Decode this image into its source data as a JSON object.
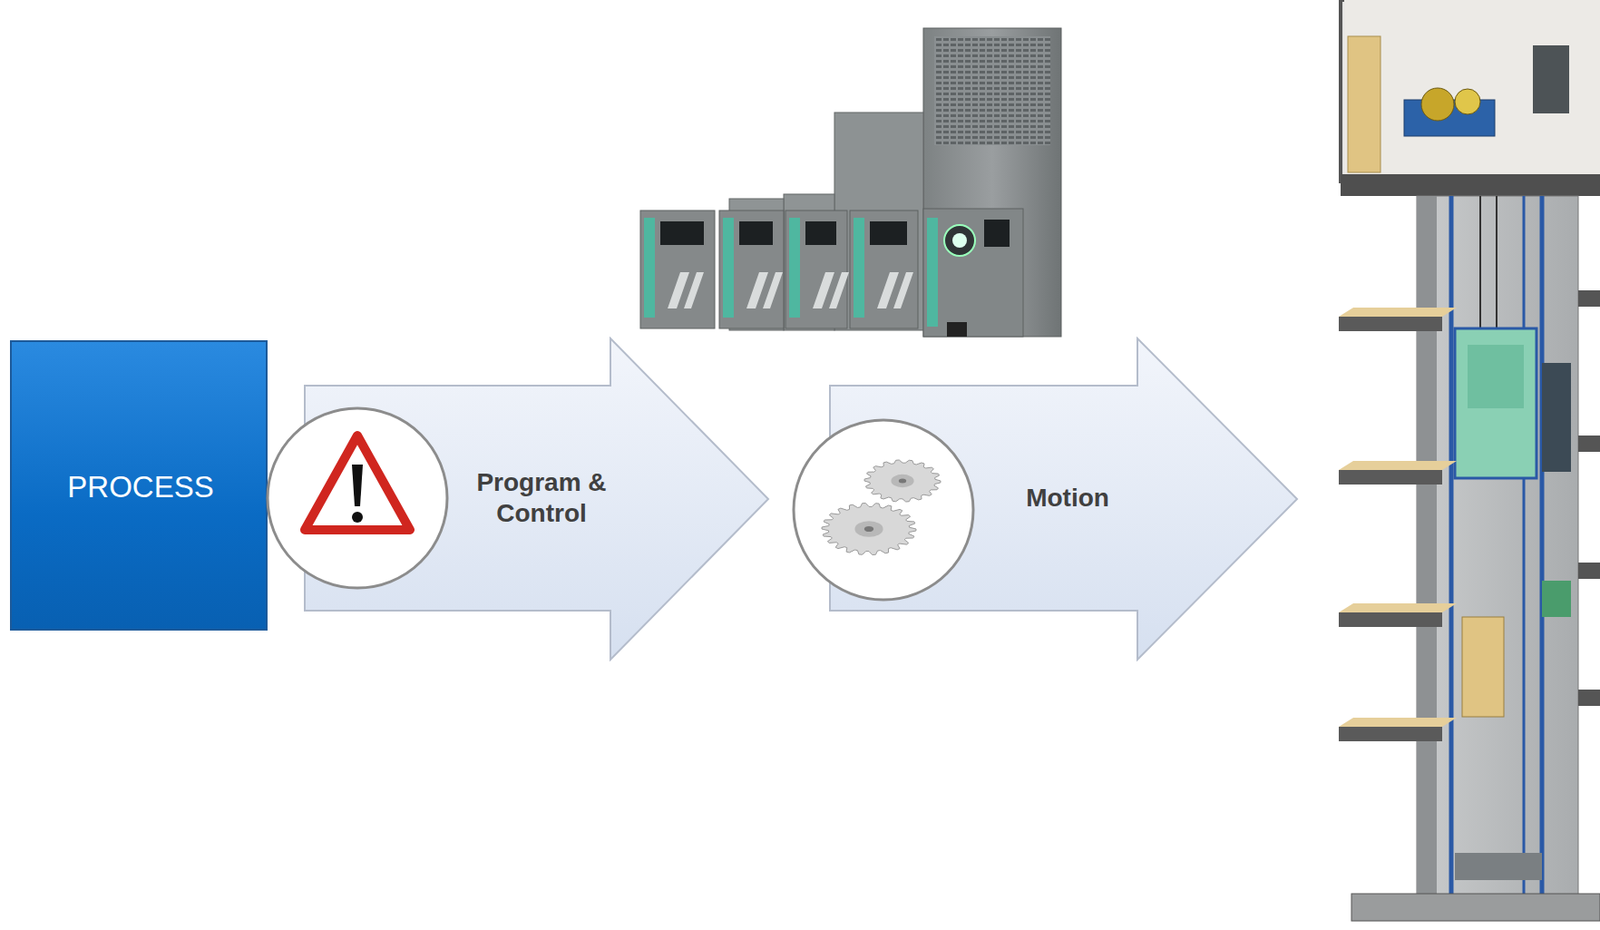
{
  "diagram": {
    "nodes": [
      {
        "text": [
          "PROCESS"
        ]
      },
      {
        "text": [
          "Program & Control"
        ]
      },
      {
        "text": [
          "Motion"
        ]
      }
    ]
  }
}
